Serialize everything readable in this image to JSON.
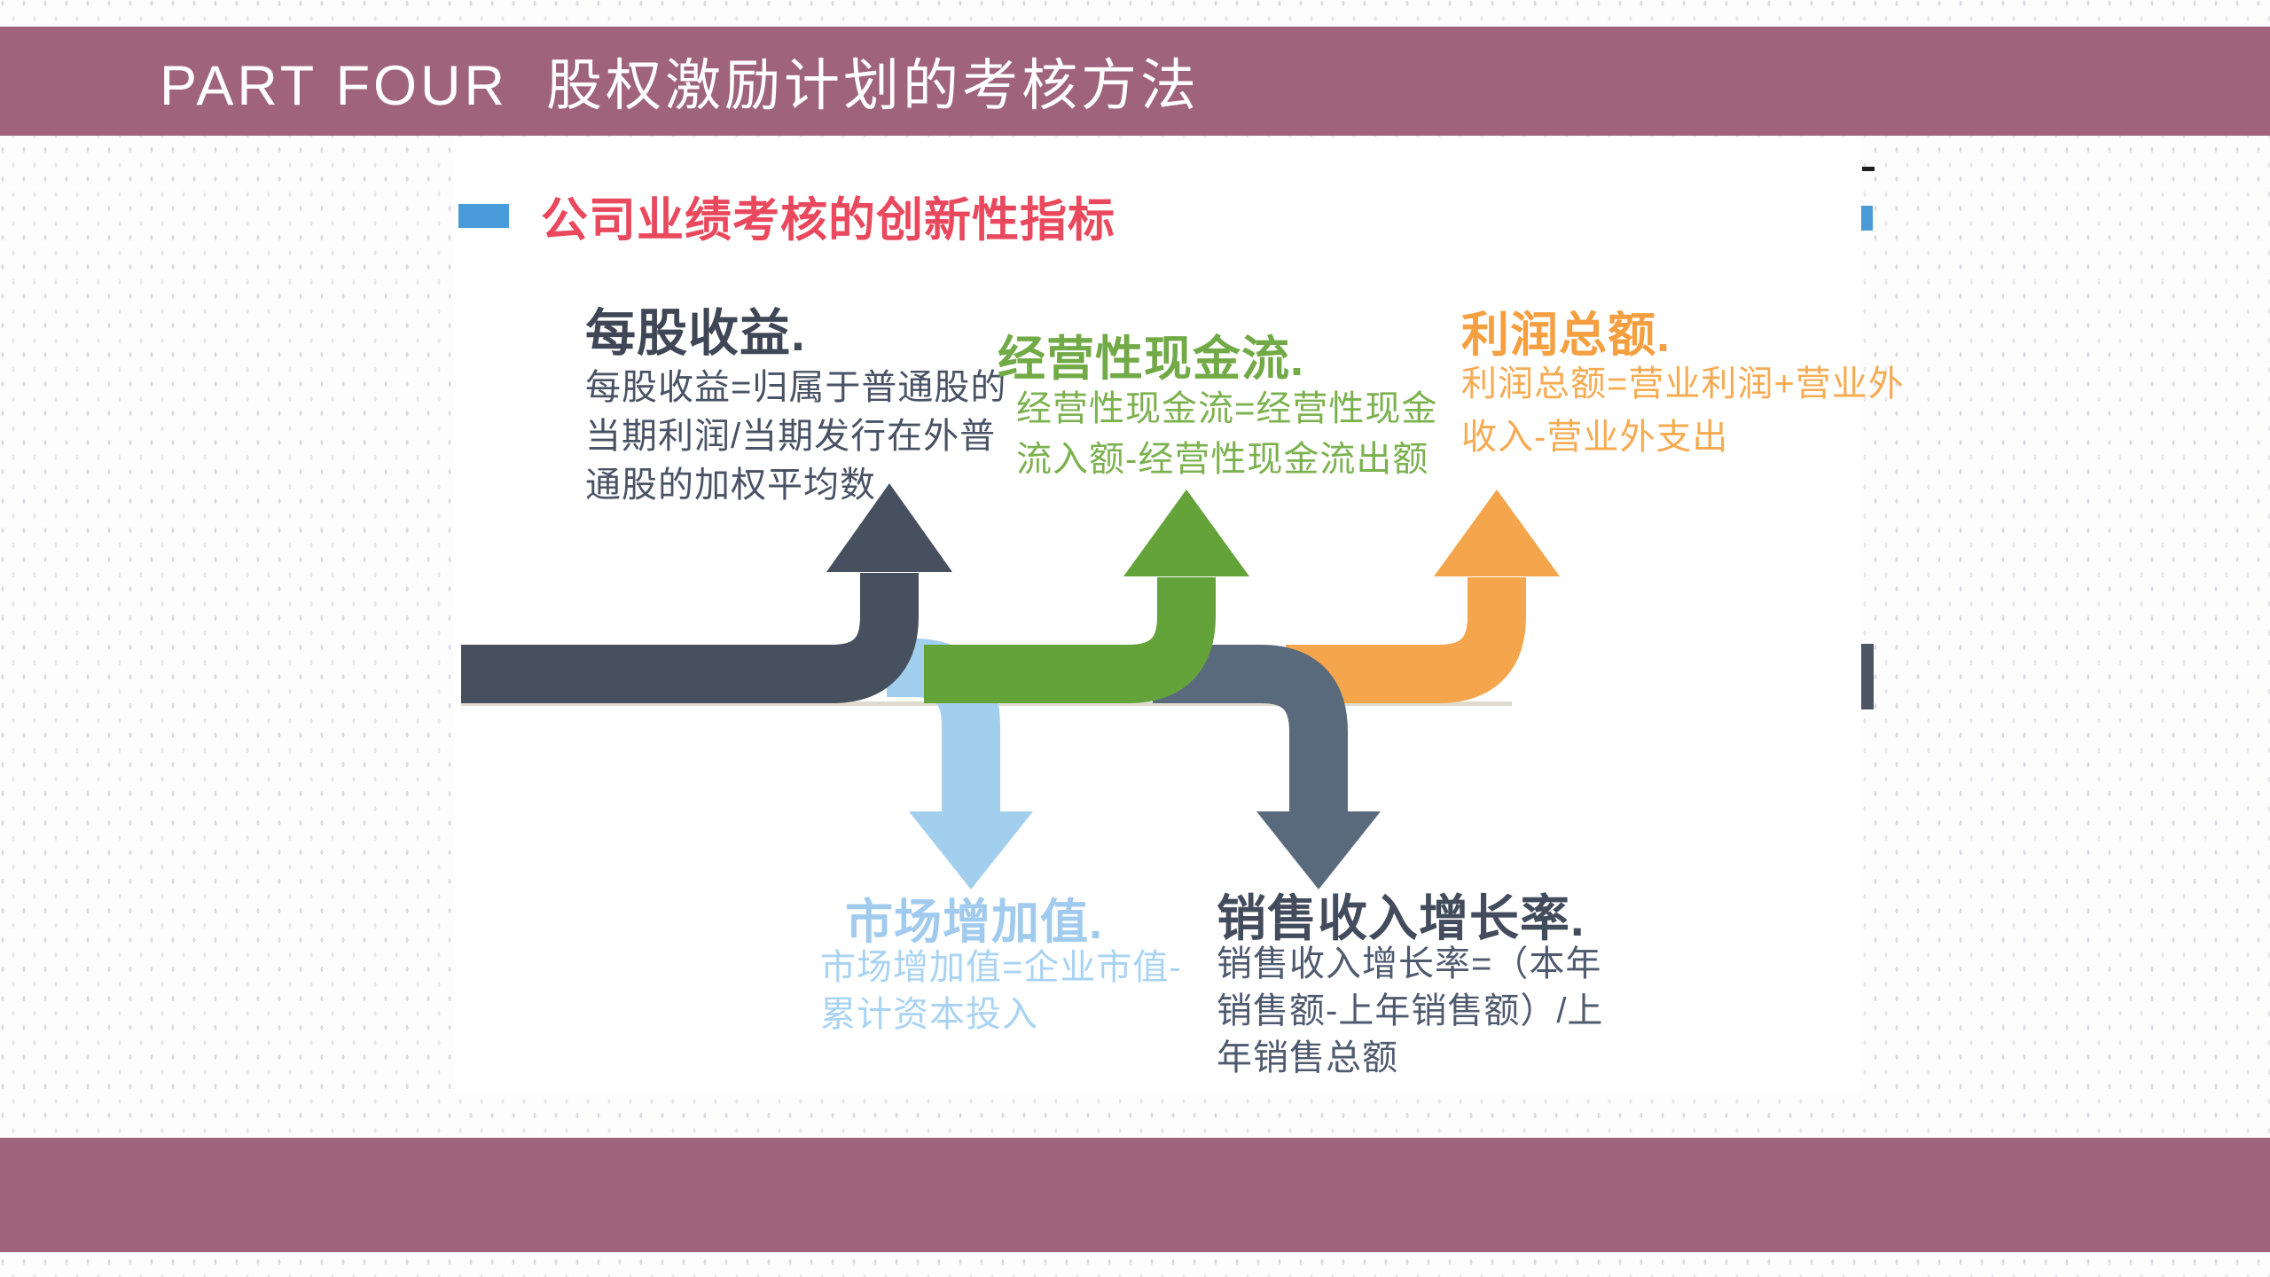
{
  "slide": {
    "header_title": "PART FOUR  股权激励计划的考核方法",
    "section_heading": "公司业绩考核的创新性指标"
  },
  "metrics": [
    {
      "key": "eps",
      "title": "每股收益.",
      "formula": "每股收益=归属于普通股的\n当期利润/当期发行在外普\n通股的加权平均数",
      "color": "#46505f",
      "arrow_direction": "up"
    },
    {
      "key": "operating_cash_flow",
      "title": "经营性现金流.",
      "formula": "经营性现金流=经营性现金\n流入额-经营性现金流出额",
      "color": "#64a23a",
      "arrow_direction": "up"
    },
    {
      "key": "total_profit",
      "title": "利润总额.",
      "formula": "利润总额=营业利润+营业外\n收入-营业外支出",
      "color": "#f5a54b",
      "arrow_direction": "up"
    },
    {
      "key": "market_value_added",
      "title": "市场增加值.",
      "formula": "市场增加值=企业市值-\n累计资本投入",
      "color": "#a3cfee",
      "arrow_direction": "down"
    },
    {
      "key": "sales_revenue_growth",
      "title": "销售收入增长率.",
      "formula": "销售收入增长率=（本年\n销售额-上年销售额）/上\n年销售总额",
      "color": "#5a6a7d",
      "arrow_direction": "down"
    }
  ],
  "diagram": {
    "type": "flow-branch-arrows",
    "colors": {
      "dark": "#46505f",
      "dark_light": "#5a6a7d",
      "green": "#64a23a",
      "orange": "#f5a54b",
      "light_blue": "#a3cfee",
      "shadow": "#cdc9b4"
    }
  },
  "theme": {
    "band_mauve": "#9f647b",
    "heading_red": "#e9485d",
    "bullet_blue": "#4a9bd9",
    "title_white": "#ffffff"
  }
}
